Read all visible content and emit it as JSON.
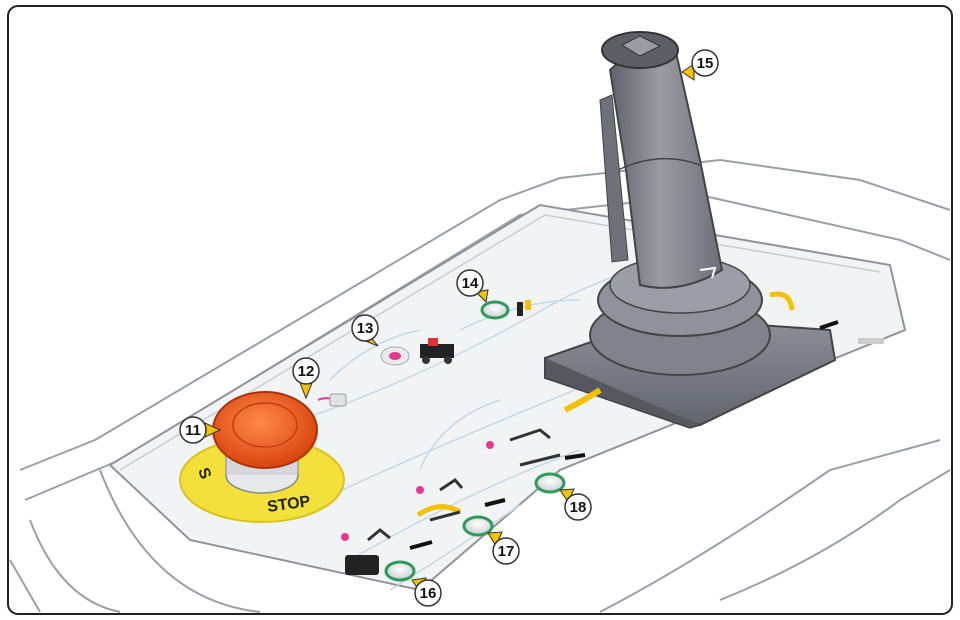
{
  "diagram": {
    "emergency_stop_label": "STOP",
    "emergency_stop_label_partial": "S",
    "callouts": [
      {
        "id": "11",
        "label": "11"
      },
      {
        "id": "12",
        "label": "12"
      },
      {
        "id": "13",
        "label": "13"
      },
      {
        "id": "14",
        "label": "14"
      },
      {
        "id": "15",
        "label": "15"
      },
      {
        "id": "16",
        "label": "16"
      },
      {
        "id": "17",
        "label": "17"
      },
      {
        "id": "18",
        "label": "18"
      }
    ]
  },
  "colors": {
    "stop_button": "#ef5a1e",
    "stop_ring": "#f3e03a",
    "indicator_pink": "#e6388f",
    "indicator_green": "#2e9b5a",
    "arrow_yellow": "#f2c200",
    "joystick": "#7a7d86"
  }
}
